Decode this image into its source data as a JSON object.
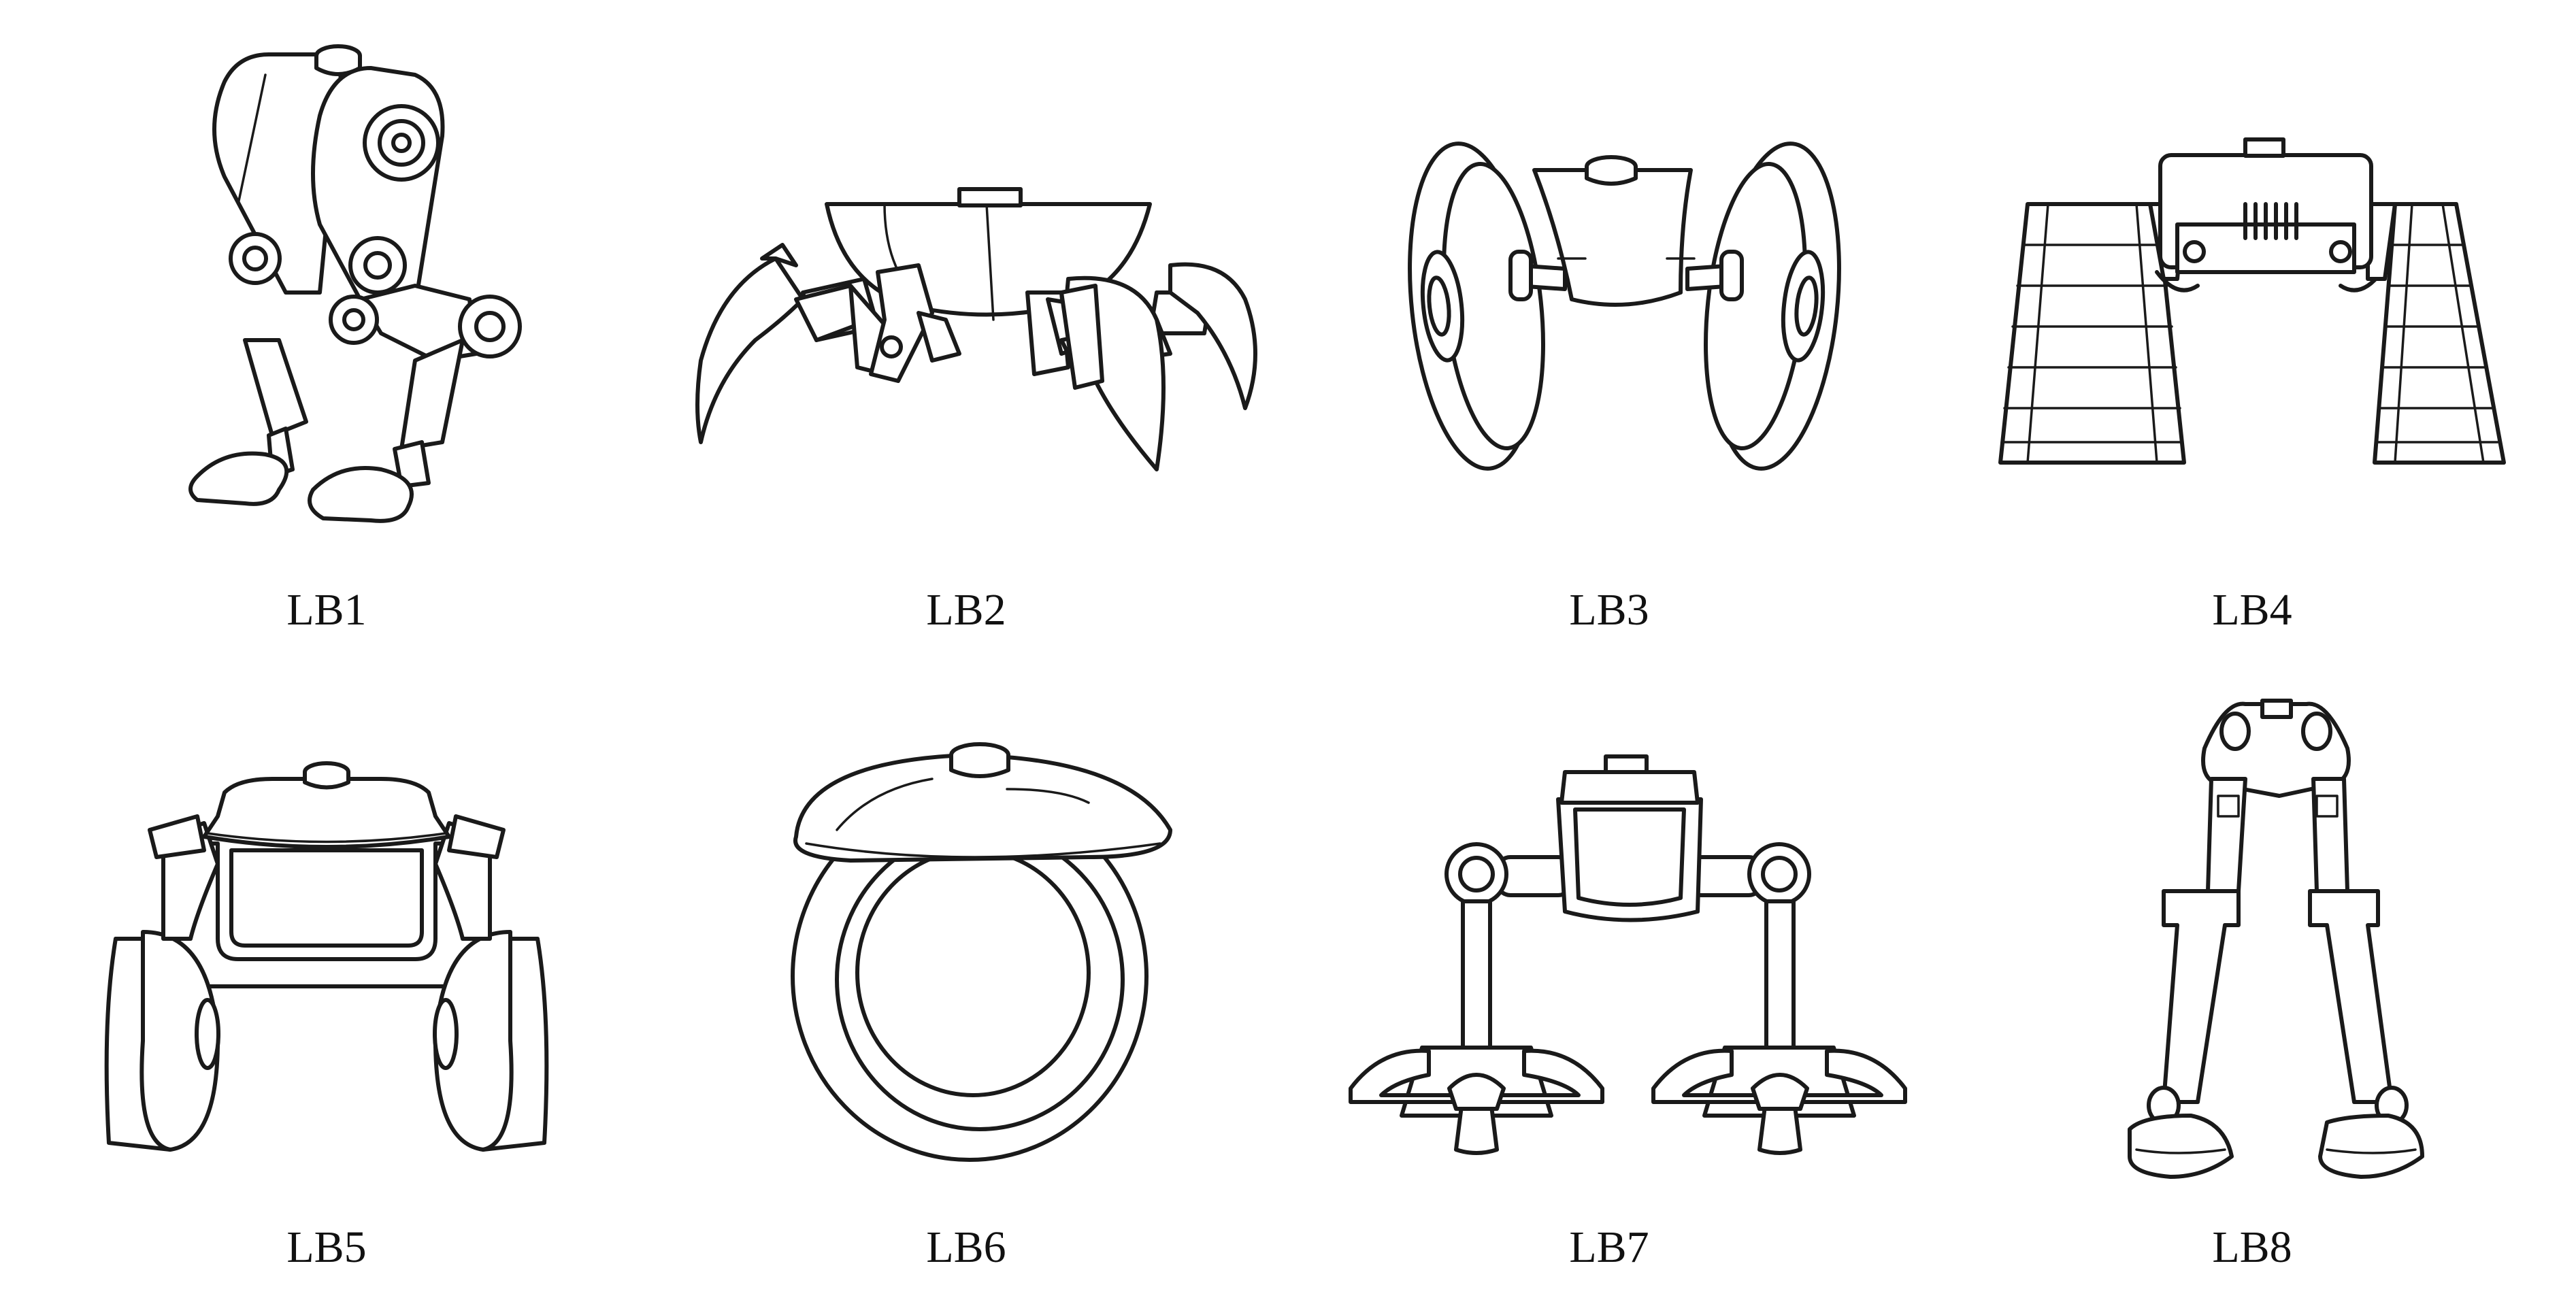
{
  "figure": {
    "panels": [
      {
        "id": "lb1",
        "label": "LB1",
        "icon": "biped-legs-icon"
      },
      {
        "id": "lb2",
        "label": "LB2",
        "icon": "spider-legs-icon"
      },
      {
        "id": "lb3",
        "label": "LB3",
        "icon": "two-wheel-base-icon"
      },
      {
        "id": "lb4",
        "label": "LB4",
        "icon": "tank-tracks-icon"
      },
      {
        "id": "lb5",
        "label": "LB5",
        "icon": "four-wheel-base-icon"
      },
      {
        "id": "lb6",
        "label": "LB6",
        "icon": "monowheel-icon"
      },
      {
        "id": "lb7",
        "label": "LB7",
        "icon": "walker-feet-icon"
      },
      {
        "id": "lb8",
        "label": "LB8",
        "icon": "long-legs-icon"
      }
    ]
  }
}
